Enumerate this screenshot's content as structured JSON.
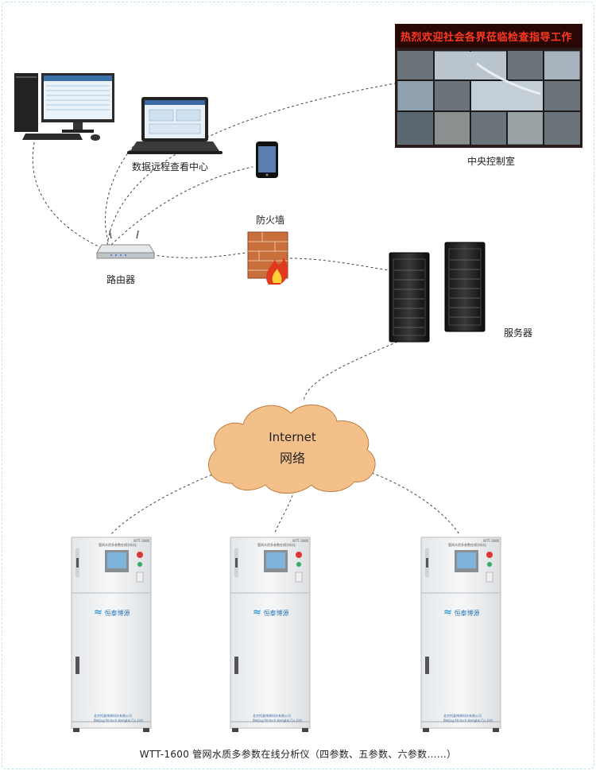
{
  "labels": {
    "remote_center": "数据远程查看中心",
    "control_room": "中央控制室",
    "firewall": "防火墙",
    "router": "路由器",
    "server": "服务器",
    "cloud_line1": "Internet",
    "cloud_line2": "网络"
  },
  "banner_text": "热烈欢迎社会各界莅临检查指导工作",
  "cabinet": {
    "brand": "恒泰博源",
    "panel_title": "管网水质多参数在线分析仪",
    "model_tag": "WTT-1600",
    "footer_cn": "北京恒泰博源科技有限公司",
    "footer_en": "Beijing Hi-tech Hengtai Co.,Ltd"
  },
  "caption": "WTT-1600 管网水质多参数在线分析仪（四参数、五参数、六参数……）",
  "colors": {
    "cloud_fill": "#f4c08a",
    "cloud_stroke": "#c07a3c",
    "banner_text": "#ff3a20",
    "connection_line": "#444444"
  }
}
